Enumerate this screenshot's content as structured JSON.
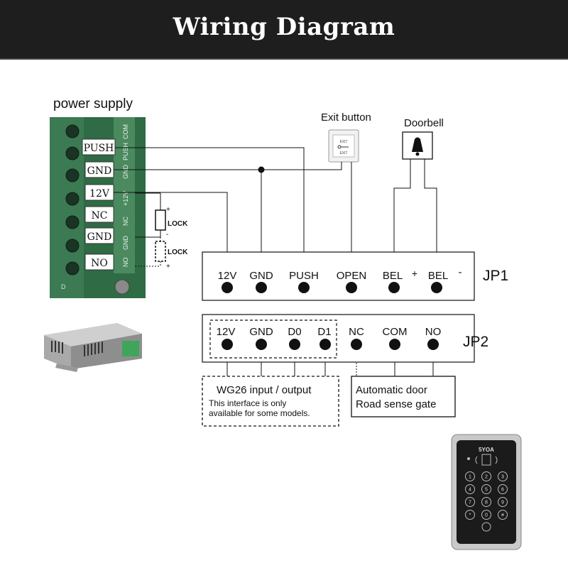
{
  "banner": {
    "title": "Wiring Diagram"
  },
  "power_supply": {
    "title": "power supply",
    "terminals": [
      "PUSH",
      "GND",
      "12V",
      "NC",
      "GND",
      "NO"
    ],
    "side_labels": [
      "COM",
      "PUSH",
      "GND",
      "+12V",
      "NC",
      "GND",
      "NO"
    ]
  },
  "locks": [
    {
      "label": "LOCK",
      "plus": "+",
      "minus": "-"
    },
    {
      "label": "LOCK",
      "plus": "+",
      "minus": "-"
    }
  ],
  "exit_button": {
    "label": "Exit button",
    "face_text_top": "EXIT",
    "face_text_bottom": "EXIT"
  },
  "doorbell": {
    "label": "Doorbell"
  },
  "jp1": {
    "name": "JP1",
    "pins": [
      "12V",
      "GND",
      "PUSH",
      "OPEN",
      "BEL",
      "BEL"
    ],
    "plus": "+",
    "minus": "-"
  },
  "jp2": {
    "name": "JP2",
    "pins": [
      "12V",
      "GND",
      "D0",
      "D1",
      "NC",
      "COM",
      "NO"
    ]
  },
  "wg26_box": {
    "title": "WG26 input / output",
    "note_line1": "This interface is only",
    "note_line2": "available for some models."
  },
  "door_box": {
    "line1": "Automatic door",
    "line2": "Road sense gate"
  },
  "keypad": {
    "brand": "5YOA",
    "keys": [
      "1",
      "2",
      "3",
      "4",
      "5",
      "6",
      "7",
      "8",
      "9",
      "*",
      "0",
      "#"
    ]
  },
  "colors": {
    "banner": "#1e1e1e",
    "pcb": "#2f6b45",
    "wire": "#111111"
  }
}
